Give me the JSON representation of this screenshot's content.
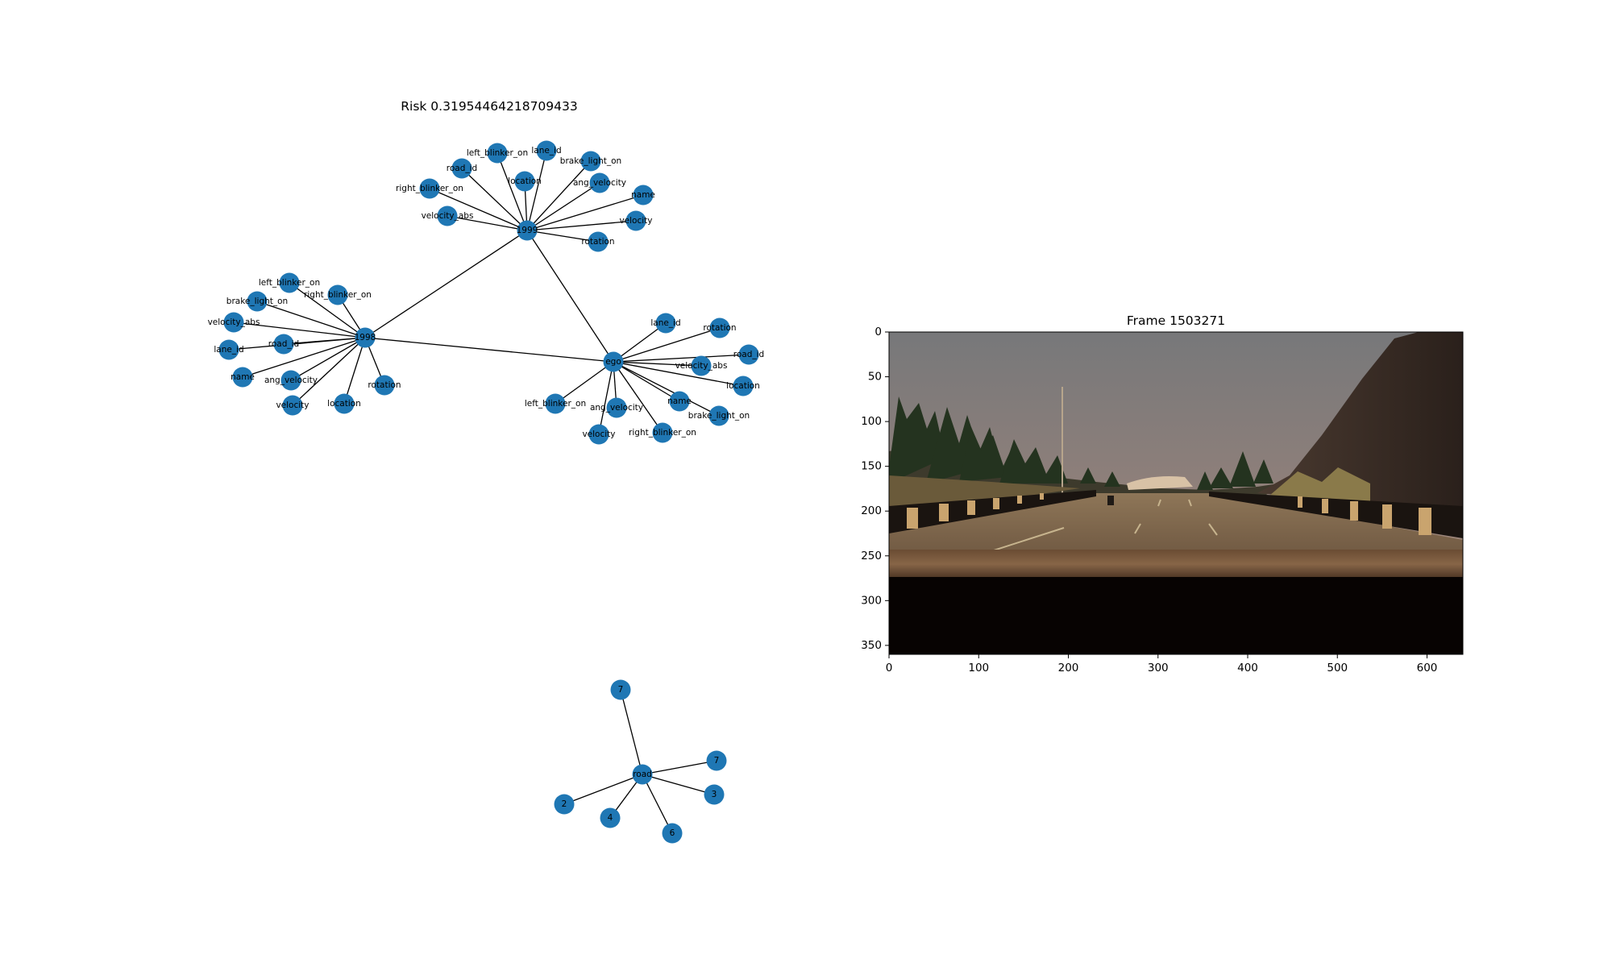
{
  "graph_panel": {
    "title": "Risk 0.31954464218709433",
    "nodes": [
      {
        "id": "n1999",
        "label": "1999"
      },
      {
        "id": "n1999_left_blinker_on",
        "label": "left_blinker_on"
      },
      {
        "id": "n1999_lane_id",
        "label": "lane_id"
      },
      {
        "id": "n1999_road_id",
        "label": "road_id"
      },
      {
        "id": "n1999_brake_light_on",
        "label": "brake_light_on"
      },
      {
        "id": "n1999_location",
        "label": "location"
      },
      {
        "id": "n1999_ang_velocity",
        "label": "ang_velocity"
      },
      {
        "id": "n1999_right_blinker_on",
        "label": "right_blinker_on"
      },
      {
        "id": "n1999_name",
        "label": "name"
      },
      {
        "id": "n1999_velocity_abs",
        "label": "velocity_abs"
      },
      {
        "id": "n1999_velocity",
        "label": "velocity"
      },
      {
        "id": "n1999_rotation",
        "label": "rotation"
      },
      {
        "id": "n1998",
        "label": "1998"
      },
      {
        "id": "n1998_left_blinker_on",
        "label": "left_blinker_on"
      },
      {
        "id": "n1998_right_blinker_on",
        "label": "right_blinker_on"
      },
      {
        "id": "n1998_brake_light_on",
        "label": "brake_light_on"
      },
      {
        "id": "n1998_velocity_abs",
        "label": "velocity_abs"
      },
      {
        "id": "n1998_road_id",
        "label": "road_id"
      },
      {
        "id": "n1998_lane_id",
        "label": "lane_id"
      },
      {
        "id": "n1998_name",
        "label": "name"
      },
      {
        "id": "n1998_ang_velocity",
        "label": "ang_velocity"
      },
      {
        "id": "n1998_velocity",
        "label": "velocity"
      },
      {
        "id": "n1998_location",
        "label": "location"
      },
      {
        "id": "n1998_rotation",
        "label": "rotation"
      },
      {
        "id": "ego",
        "label": "ego"
      },
      {
        "id": "ego_lane_id",
        "label": "lane_id"
      },
      {
        "id": "ego_rotation",
        "label": "rotation"
      },
      {
        "id": "ego_road_id",
        "label": "road_id"
      },
      {
        "id": "ego_velocity_abs",
        "label": "velocity_abs"
      },
      {
        "id": "ego_location",
        "label": "location"
      },
      {
        "id": "ego_left_blinker_on",
        "label": "left_blinker_on"
      },
      {
        "id": "ego_ang_velocity",
        "label": "ang_velocity"
      },
      {
        "id": "ego_name",
        "label": "name"
      },
      {
        "id": "ego_brake_light_on",
        "label": "brake_light_on"
      },
      {
        "id": "ego_velocity",
        "label": "velocity"
      },
      {
        "id": "ego_right_blinker_on",
        "label": "right_blinker_on"
      },
      {
        "id": "road",
        "label": "road"
      },
      {
        "id": "r7a",
        "label": "7"
      },
      {
        "id": "r7b",
        "label": "7"
      },
      {
        "id": "r3",
        "label": "3"
      },
      {
        "id": "r2",
        "label": "2"
      },
      {
        "id": "r4",
        "label": "4"
      },
      {
        "id": "r6",
        "label": "6"
      }
    ],
    "edges": [
      [
        "n1999",
        "n1998"
      ],
      [
        "n1999",
        "ego"
      ],
      [
        "n1998",
        "ego"
      ],
      [
        "n1999",
        "n1999_left_blinker_on"
      ],
      [
        "n1999",
        "n1999_lane_id"
      ],
      [
        "n1999",
        "n1999_road_id"
      ],
      [
        "n1999",
        "n1999_brake_light_on"
      ],
      [
        "n1999",
        "n1999_location"
      ],
      [
        "n1999",
        "n1999_ang_velocity"
      ],
      [
        "n1999",
        "n1999_right_blinker_on"
      ],
      [
        "n1999",
        "n1999_name"
      ],
      [
        "n1999",
        "n1999_velocity_abs"
      ],
      [
        "n1999",
        "n1999_velocity"
      ],
      [
        "n1999",
        "n1999_rotation"
      ],
      [
        "n1998",
        "n1998_left_blinker_on"
      ],
      [
        "n1998",
        "n1998_right_blinker_on"
      ],
      [
        "n1998",
        "n1998_brake_light_on"
      ],
      [
        "n1998",
        "n1998_velocity_abs"
      ],
      [
        "n1998",
        "n1998_road_id"
      ],
      [
        "n1998",
        "n1998_lane_id"
      ],
      [
        "n1998",
        "n1998_name"
      ],
      [
        "n1998",
        "n1998_ang_velocity"
      ],
      [
        "n1998",
        "n1998_velocity"
      ],
      [
        "n1998",
        "n1998_location"
      ],
      [
        "n1998",
        "n1998_rotation"
      ],
      [
        "ego",
        "ego_lane_id"
      ],
      [
        "ego",
        "ego_rotation"
      ],
      [
        "ego",
        "ego_road_id"
      ],
      [
        "ego",
        "ego_velocity_abs"
      ],
      [
        "ego",
        "ego_location"
      ],
      [
        "ego",
        "ego_left_blinker_on"
      ],
      [
        "ego",
        "ego_ang_velocity"
      ],
      [
        "ego",
        "ego_name"
      ],
      [
        "ego",
        "ego_brake_light_on"
      ],
      [
        "ego",
        "ego_velocity"
      ],
      [
        "ego",
        "ego_right_blinker_on"
      ],
      [
        "road",
        "r7a"
      ],
      [
        "road",
        "r7b"
      ],
      [
        "road",
        "r3"
      ],
      [
        "road",
        "r2"
      ],
      [
        "road",
        "r4"
      ],
      [
        "road",
        "r6"
      ]
    ]
  },
  "frame_panel": {
    "title": "Frame 1503271",
    "x_ticks": [
      "0",
      "100",
      "200",
      "300",
      "400",
      "500",
      "600"
    ],
    "y_ticks": [
      "0",
      "50",
      "100",
      "150",
      "200",
      "250",
      "300",
      "350"
    ],
    "x_range": [
      0,
      640
    ],
    "y_range": [
      0,
      360
    ]
  },
  "colors": {
    "node": "#1f77b4",
    "edge": "#000000"
  }
}
